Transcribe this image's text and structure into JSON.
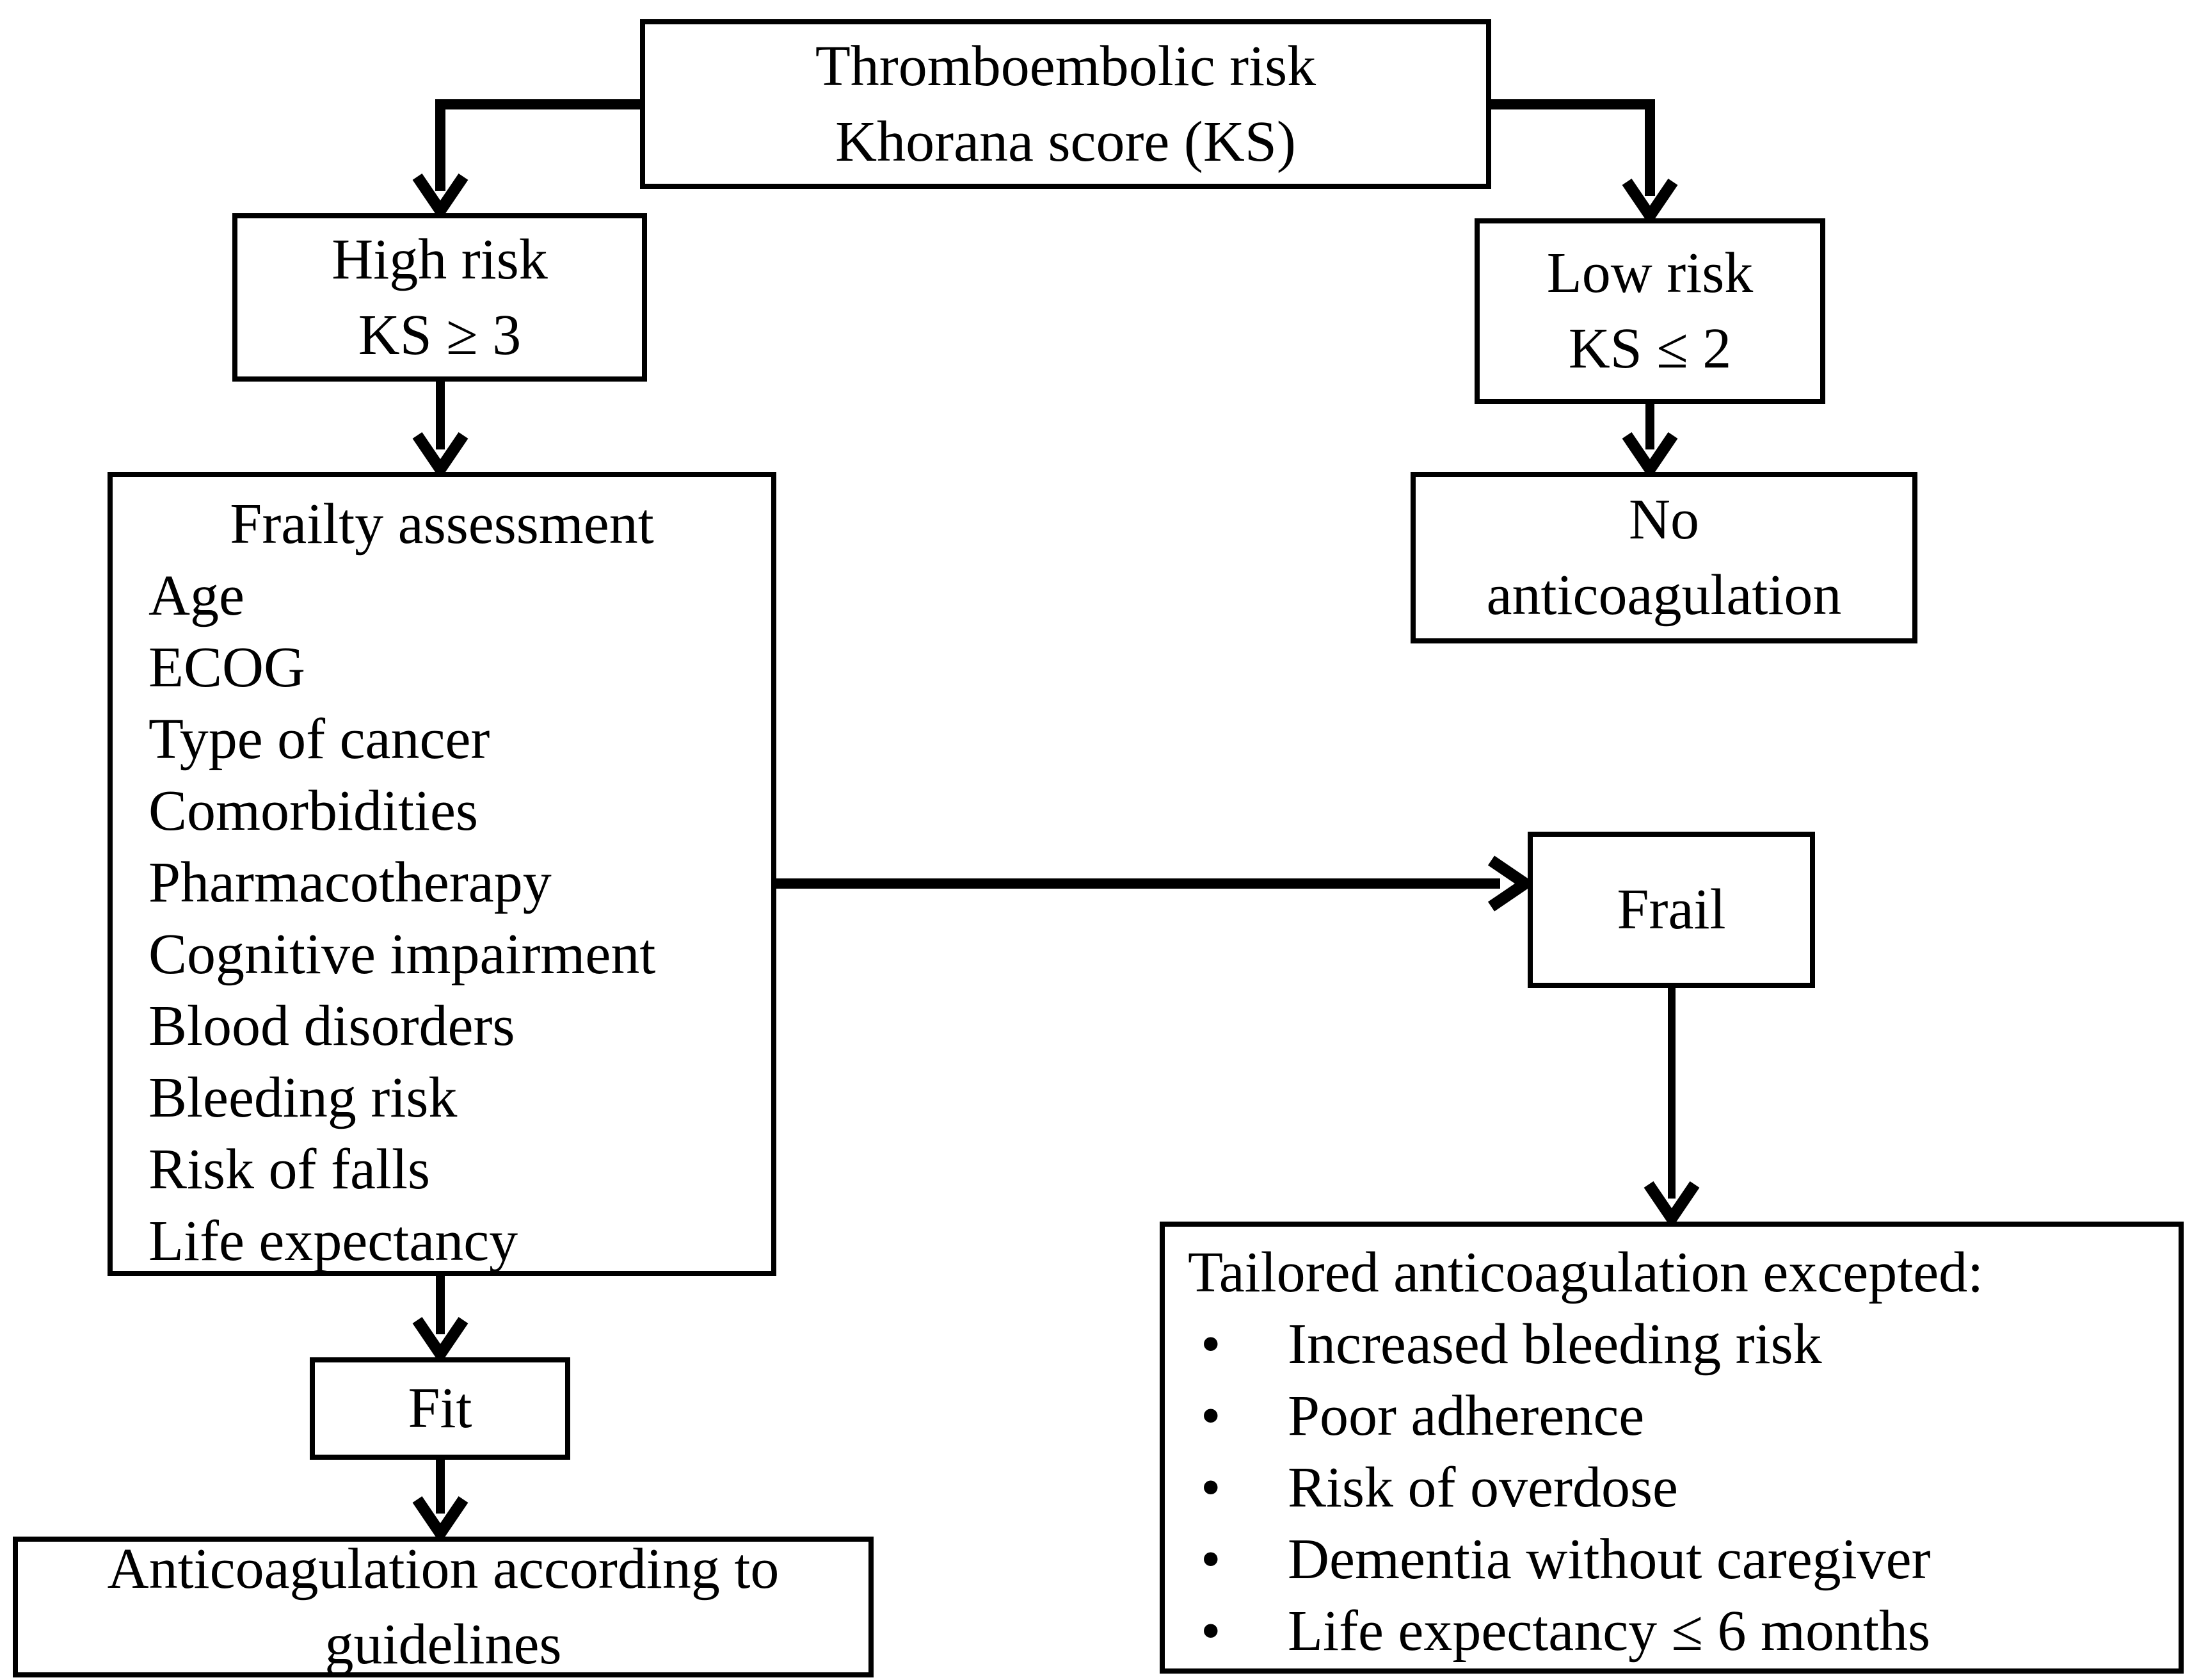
{
  "diagram": {
    "colors": {
      "ink": "#000000",
      "background": "#ffffff"
    },
    "nodes": {
      "root": {
        "lines": [
          "Thromboembolic risk",
          "Khorana score (KS)"
        ]
      },
      "high_risk": {
        "lines": [
          "High risk",
          "KS ≥ 3"
        ]
      },
      "low_risk": {
        "lines": [
          "Low risk",
          "KS ≤ 2"
        ]
      },
      "no_anticoagulation": {
        "lines": [
          "No",
          "anticoagulation"
        ]
      },
      "frailty": {
        "title": "Frailty assessment",
        "items": [
          "Age",
          "ECOG",
          "Type of cancer",
          "Comorbidities",
          "Pharmacotherapy",
          "Cognitive impairment",
          "Blood disorders",
          "Bleeding risk",
          "Risk of falls",
          "Life expectancy"
        ]
      },
      "frail": {
        "label": "Frail"
      },
      "fit": {
        "label": "Fit"
      },
      "guidelines": {
        "lines": [
          "Anticoagulation according to",
          "guidelines"
        ]
      },
      "tailored": {
        "title": "Tailored anticoagulation excepted:",
        "bullet": "•",
        "items": [
          "Increased bleeding risk",
          "Poor adherence",
          "Risk of overdose",
          "Dementia without caregiver",
          "Life expectancy ≤ 6 months"
        ]
      }
    }
  }
}
